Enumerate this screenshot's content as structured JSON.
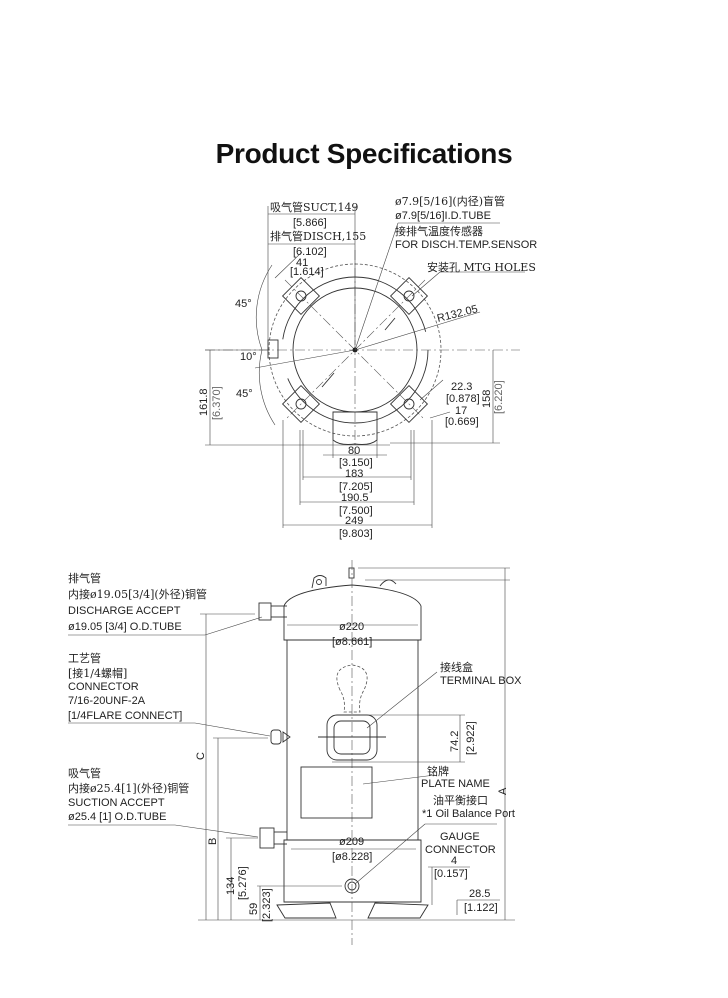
{
  "title": "Product Specifications",
  "top_view": {
    "suct_label": "吸气管SUCT,149",
    "suct_in": "[5.866]",
    "disch_label": "排气管DISCH,155",
    "disch_in": "[6.102]",
    "foot_w": "41",
    "foot_w_in": "[1.614]",
    "tube_cn": "ø7.9[5/16](内径)盲管",
    "tube_en": "ø7.9[5/16]I.D.TUBE",
    "sensor_cn": "接排气温度传感器",
    "sensor_en": "FOR DISCH.TEMP.SENSOR",
    "holes": "安装孔  MTG HOLES",
    "radius": "R132.05",
    "angle_top": "45°",
    "angle_mid": "10°",
    "angle_bot": "45°",
    "left_h": "161.8",
    "left_h_in": "[6.370]",
    "right_h": "158",
    "right_h_in": "[6.220]",
    "d1": "22.3",
    "d1_in": "[0.878]",
    "d2": "17",
    "d2_in": "[0.669]",
    "w80": "80",
    "w80_in": "[3.150]",
    "w183": "183",
    "w183_in": "[7.205]",
    "w190": "190.5",
    "w190_in": "[7.500]",
    "w249": "249",
    "w249_in": "[9.803]"
  },
  "side_view": {
    "disch": [
      "排气管",
      "内接ø19.05[3/4](外径)铜管",
      "DISCHARGE ACCEPT",
      "ø19.05 [3/4] O.D.TUBE"
    ],
    "connector": [
      "工艺管",
      "[接1/4螺帽]",
      "CONNECTOR",
      "7/16-20UNF-2A",
      "[1/4FLARE CONNECT]"
    ],
    "suction": [
      "吸气管",
      "内接ø25.4[1](外径)铜管",
      "SUCTION ACCEPT",
      "ø25.4 [1] O.D.TUBE"
    ],
    "dia_top": "ø220",
    "dia_top_in": "[ø8.661]",
    "terminal_cn": "接线盒",
    "terminal_en": "TERMINAL BOX",
    "tb_h": "74.2",
    "tb_h_in": "[2.922]",
    "plate_cn": "铭牌",
    "plate_en": "PLATE NAME",
    "oil_cn": "油平衡接口",
    "oil_en": "*1 Oil Balance Port",
    "gauge": [
      "GAUGE",
      "CONNECTOR"
    ],
    "g4": "4",
    "g4_in": "[0.157]",
    "g28": "28.5",
    "g28_in": "[1.122]",
    "dia_bot": "ø209",
    "dia_bot_in": "[ø8.228]",
    "h134": "134",
    "h134_in": "[5.276]",
    "h59": "59",
    "h59_in": "[2.323]",
    "dim_a": "A",
    "dim_b": "B",
    "dim_c": "C"
  }
}
